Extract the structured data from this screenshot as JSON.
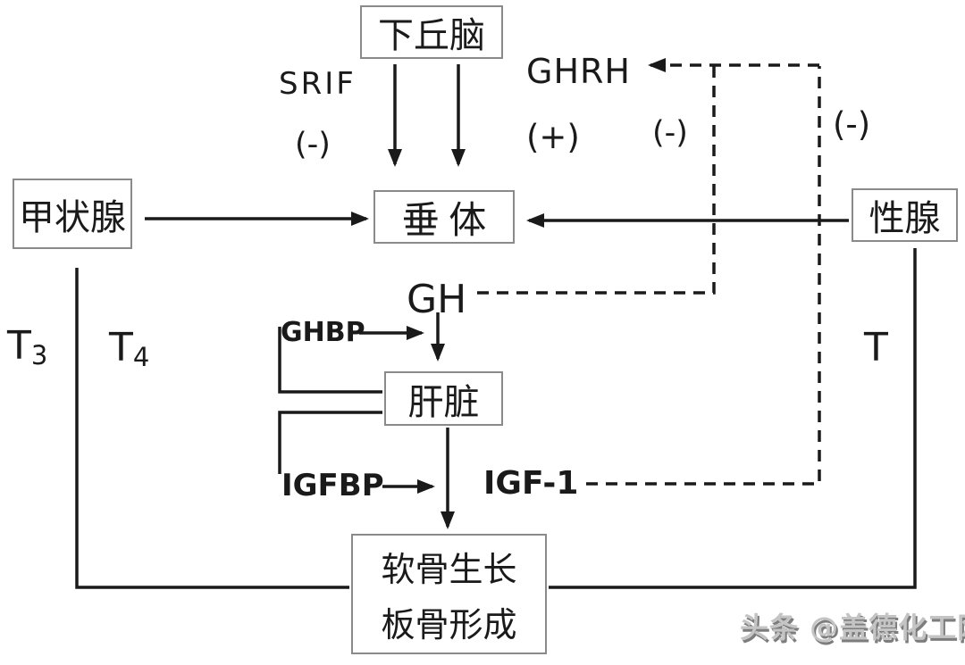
{
  "nodes": {
    "hypothalamus": "下丘脑",
    "pituitary": "垂 体",
    "thyroid": "甲状腺",
    "gonad": "性腺",
    "liver": "肝脏",
    "bone": {
      "line1": "软骨生长",
      "line2": "板骨形成"
    }
  },
  "labels": {
    "srif": "SRIF",
    "srif_sign": "(-)",
    "ghrh": "GHRH",
    "ghrh_sign": "(+)",
    "gh_feedback_sign": "(-)",
    "igf1_feedback_sign": "(-)",
    "gh": "GH",
    "ghbp": "GHBP",
    "igfbp": "IGFBP",
    "igf1": "IGF-1",
    "t3": {
      "base": "T",
      "sub": "3"
    },
    "t4": {
      "base": "T",
      "sub": "4"
    },
    "t": "T"
  },
  "watermark": "头条 @盖德化工网",
  "colors": {
    "line": "#1a1a1a",
    "box_border": "#8a8a8a",
    "text": "#1a1a1a",
    "watermark": "#c4c4c4"
  }
}
